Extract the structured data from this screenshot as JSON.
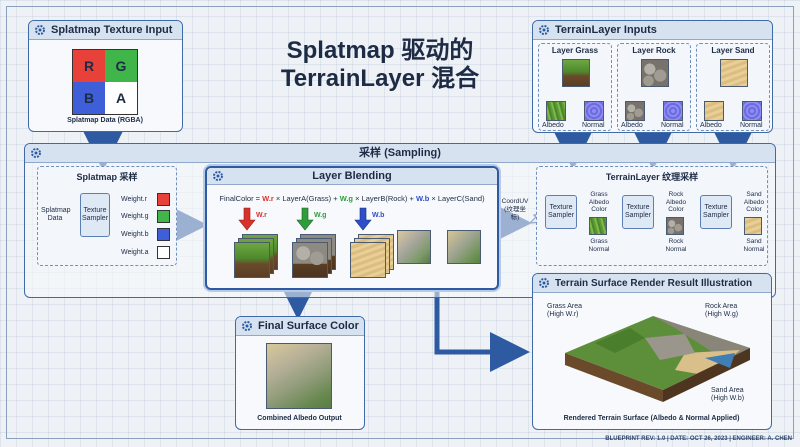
{
  "title": {
    "line1": "Splatmap 驱动的",
    "line2": "TerrainLayer 混合"
  },
  "splatmap_input": {
    "header": "Splatmap Texture Input",
    "cells": [
      "R",
      "G",
      "B",
      "A"
    ],
    "colors": [
      "#e8413a",
      "#3fb54a",
      "#3f5fd8",
      "#ffffff"
    ],
    "caption": "Splatmap Data (RGBA)"
  },
  "layer_inputs": {
    "header": "TerrainLayer Inputs",
    "layers": [
      {
        "name": "Layer Grass",
        "maps": [
          "Albedo",
          "Normal"
        ]
      },
      {
        "name": "Layer Rock",
        "maps": [
          "Albedo",
          "Normal"
        ]
      },
      {
        "name": "Layer Sand",
        "maps": [
          "Albedo",
          "Normal"
        ]
      }
    ]
  },
  "sampling": {
    "header": "采样 (Sampling)",
    "splatmap_sampling": {
      "header": "Splatmap 采样",
      "input_label": "Splatmap Data",
      "sampler_label": "Texture Sampler",
      "weights": [
        "Weight.r",
        "Weight.g",
        "Weight.b",
        "Weight.a"
      ],
      "weight_colors": [
        "#e8413a",
        "#3fb54a",
        "#3f5fd8",
        "#ffffff"
      ]
    },
    "coord_label": "CoordUV (纹理坐标)",
    "layer_sampling": {
      "header": "TerrainLayer 纹理采样",
      "sampler_label": "Texture Sampler",
      "outputs": [
        {
          "albedo": "Grass Albedo Color",
          "normal": "Grass Normal"
        },
        {
          "albedo": "Rock Albedo Color",
          "normal": "Rock Normal"
        },
        {
          "albedo": "Sand Albedo Color",
          "normal": "Sand Normal"
        }
      ]
    }
  },
  "blending": {
    "header": "Layer Blending",
    "formula": [
      {
        "text": "FinalColor = ",
        "color": "#1d2b45"
      },
      {
        "text": "W.r",
        "color": "#d8322b"
      },
      {
        "text": " × LayerA(Grass) + ",
        "color": "#1d2b45"
      },
      {
        "text": "W.g",
        "color": "#2f9e3a"
      },
      {
        "text": " × LayerB(Rock) + ",
        "color": "#1d2b45"
      },
      {
        "text": "W.b",
        "color": "#2f4fc8"
      },
      {
        "text": " × LayerC(Sand)",
        "color": "#1d2b45"
      }
    ],
    "arrows": [
      {
        "label": "W.r",
        "color": "#d8322b"
      },
      {
        "label": "W.g",
        "color": "#2f9e3a"
      },
      {
        "label": "W.b",
        "color": "#2f4fc8"
      }
    ]
  },
  "final_surface": {
    "header": "Final Surface Color",
    "caption": "Combined Albedo Output"
  },
  "render_result": {
    "header": "Terrain Surface Render Result Illustration",
    "labels": [
      {
        "line1": "Grass Area",
        "line2": "(High W.r)"
      },
      {
        "line1": "Rock Area",
        "line2": "(High W.g)"
      },
      {
        "line1": "Sand Area",
        "line2": "(High W.b)"
      }
    ],
    "caption": "Rendered Terrain Surface (Albedo & Normal Applied)"
  },
  "footer": "BLUEPRINT REV: 1.0 | DATE: OCT 26, 2023 | ENGINEER: A. CHEN",
  "accent_color": "#3f6aa8"
}
